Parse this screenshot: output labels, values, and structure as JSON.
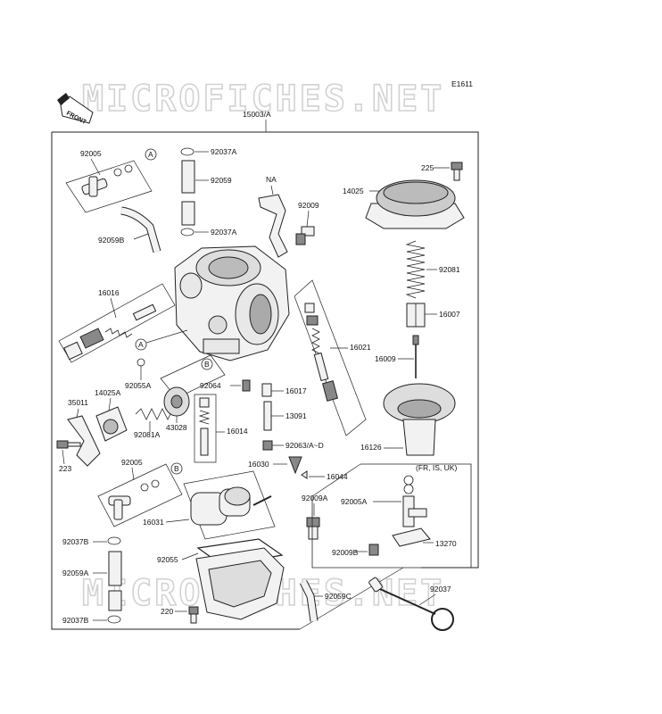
{
  "diagram_code": "E1611",
  "front_label": "FRONT",
  "watermark": "MICROFICHES.NET",
  "assembly_label": "15003/A",
  "variant_note": "(FR, IS, UK)",
  "ref_markers": [
    "A",
    "B"
  ],
  "parts": {
    "p92005_top": "92005",
    "p92037A_top": "92037A",
    "p92059": "92059",
    "p92037A_bot": "92037A",
    "p92059B": "92059B",
    "pNA": "NA",
    "p92009": "92009",
    "p225": "225",
    "p14025": "14025",
    "p92081": "92081",
    "p16007": "16007",
    "p16009": "16009",
    "p16126": "16126",
    "p16016": "16016",
    "p16021": "16021",
    "p92055A": "92055A",
    "p92064": "92064",
    "p16017": "16017",
    "p13091": "13091",
    "p16014": "16014",
    "p92063": "92063/A~D",
    "p16030": "16030",
    "p16044": "16044",
    "p35011": "35011",
    "p14025A": "14025A",
    "p92081A": "92081A",
    "p43028": "43028",
    "p223": "223",
    "p92005_mid": "92005",
    "p16031": "16031",
    "p92009A": "92009A",
    "p92005A": "92005A",
    "p92009B": "92009B",
    "p13270": "13270",
    "p92037B_top": "92037B",
    "p92055": "92055",
    "p92059A": "92059A",
    "p220": "220",
    "p92059C": "92059C",
    "p92037B_bot": "92037B",
    "p92037": "92037"
  }
}
